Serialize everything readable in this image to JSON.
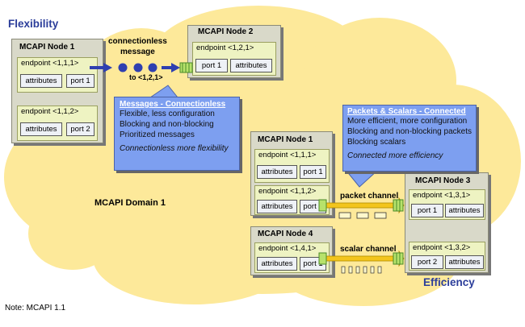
{
  "headings": {
    "flexibility": "Flexibility",
    "efficiency": "Efficiency",
    "domain": "MCAPI Domain 1"
  },
  "note": "Note: MCAPI 1.1",
  "connectionless_label": "connectionless\nmessage",
  "to_label": "to <1,2,1>",
  "packet_channel_label": "packet channel",
  "scalar_channel_label": "scalar channel",
  "nodes": {
    "node1_left": {
      "title": "MCAPI Node 1",
      "ep1": {
        "label": "endpoint <1,1,1>",
        "a": "attributes",
        "b": "port 1"
      },
      "ep2": {
        "label": "endpoint <1,1,2>",
        "a": "attributes",
        "b": "port 2"
      }
    },
    "node2": {
      "title": "MCAPI Node 2",
      "ep1": {
        "label": "endpoint <1,2,1>",
        "a": "port 1",
        "b": "attributes"
      }
    },
    "node1_right": {
      "title": "MCAPI Node 1",
      "ep1": {
        "label": "endpoint <1,1,1>",
        "a": "attributes",
        "b": "port 1"
      },
      "ep2": {
        "label": "endpoint <1,1,2>",
        "a": "attributes",
        "b": "port 2"
      }
    },
    "node4": {
      "title": "MCAPI Node 4",
      "ep1": {
        "label": "endpoint <1,4,1>",
        "a": "attributes",
        "b": "port 1"
      }
    },
    "node3": {
      "title": "MCAPI Node 3",
      "ep1": {
        "label": "endpoint <1,3,1>",
        "a": "port 1",
        "b": "attributes"
      },
      "ep2": {
        "label": "endpoint <1,3,2>",
        "a": "port 2",
        "b": "attributes"
      }
    }
  },
  "callouts": {
    "messages": {
      "title": "Messages - Connectionless",
      "lines": [
        "Flexible, less configuration",
        "Blocking and non-blocking",
        "Prioritized messages"
      ],
      "note": "Connectionless more flexibility"
    },
    "packets": {
      "title": "Packets & Scalars - Connected",
      "lines": [
        "More efficient, more configuration",
        "Blocking and non-blocking packets",
        "Blocking scalars"
      ],
      "note": "Connected more efficiency"
    }
  },
  "colors": {
    "cloud": "#fde99a",
    "node": "#d9d9c9",
    "endpoint": "#eef3c2",
    "callout": "#7d9ff0",
    "heading": "#2b3d9a",
    "arrow": "#f3c51c",
    "message_dot": "#2f3fb0"
  }
}
